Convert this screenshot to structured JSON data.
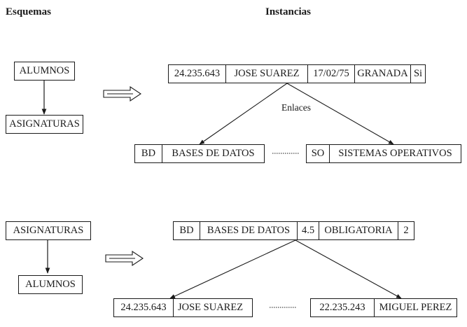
{
  "headers": {
    "schemas": "Esquemas",
    "instances": "Instancias"
  },
  "top": {
    "schema": {
      "parent": "ALUMNOS",
      "child": "ASIGNATURAS"
    },
    "parent_record": [
      "24.235.643",
      "JOSE  SUAREZ",
      "17/02/75",
      "GRANADA",
      "Si"
    ],
    "links_label": "Enlaces",
    "child_records": [
      [
        "BD",
        "BASES DE  DATOS"
      ],
      [
        "SO",
        "SISTEMAS OPERATIVOS"
      ]
    ]
  },
  "bottom": {
    "schema": {
      "parent": "ASIGNATURAS",
      "child": "ALUMNOS"
    },
    "parent_record": [
      "BD",
      "BASES DE  DATOS",
      "4.5",
      "OBLIGATORIA",
      "2"
    ],
    "child_records": [
      [
        "24.235.643",
        "JOSE  SUAREZ"
      ],
      [
        "22.235.243",
        "MIGUEL PEREZ"
      ]
    ]
  }
}
